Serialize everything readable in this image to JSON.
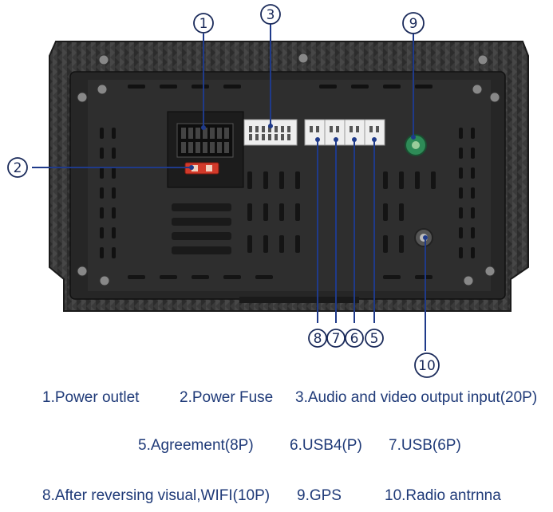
{
  "callouts": [
    {
      "num": "1"
    },
    {
      "num": "2"
    },
    {
      "num": "3"
    },
    {
      "num": "5"
    },
    {
      "num": "6"
    },
    {
      "num": "7"
    },
    {
      "num": "8"
    },
    {
      "num": "9"
    },
    {
      "num": "10"
    }
  ],
  "legend": {
    "row1": [
      "1.Power outlet",
      "2.Power Fuse",
      "3.Audio and video output input(20P)"
    ],
    "row2": [
      "5.Agreement(8P)",
      "6.USB4(P)",
      "7.USB(6P)"
    ],
    "row3": [
      "8.After reversing visual,WIFI(10P)",
      "9.GPS",
      "10.Radio antrnna"
    ]
  },
  "colors": {
    "leader": "#1f3a8a",
    "callout_text": "#1a2a5a",
    "legend_text": "#1f3a78",
    "chassis": "#2a2a2a",
    "connector": "#eeeeee",
    "fuse": "#d23a2a",
    "gps": "#2e8b57"
  },
  "icons": [
    "chassis-carbon-texture",
    "screw-icon",
    "fuse-icon",
    "gps-connector-icon",
    "radio-antenna-jack-icon"
  ]
}
